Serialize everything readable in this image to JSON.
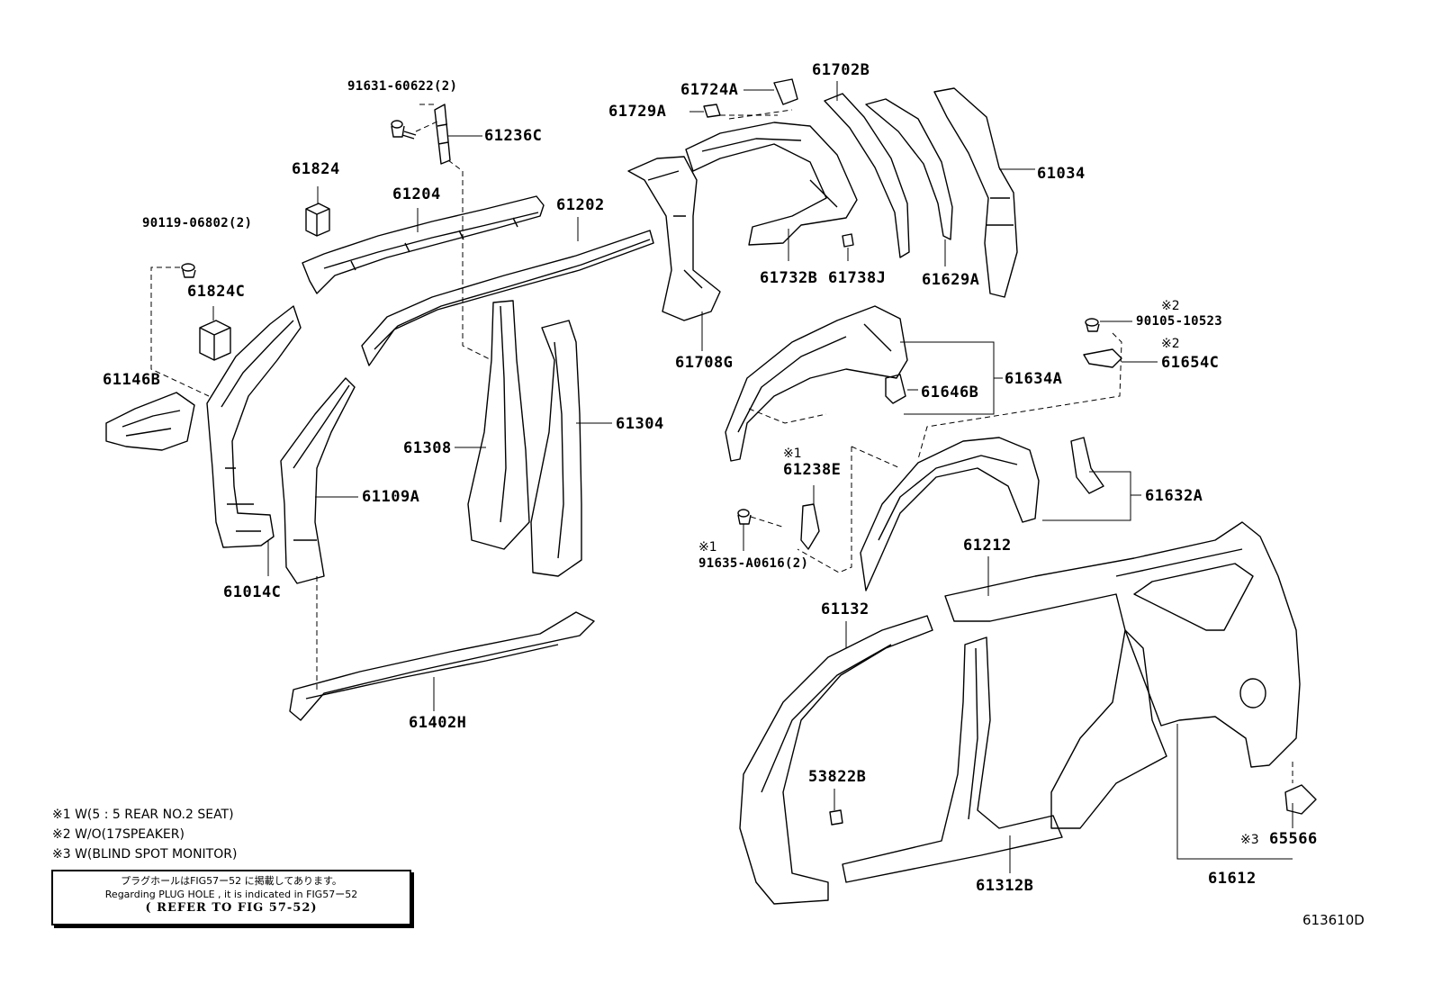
{
  "part_labels": [
    {
      "id": "p91631",
      "text": "91631-60622(2)",
      "sub": ""
    },
    {
      "id": "p61236C",
      "text": "61236C",
      "sub": ""
    },
    {
      "id": "p61824",
      "text": "61824",
      "sub": ""
    },
    {
      "id": "p61204",
      "text": "61204",
      "sub": ""
    },
    {
      "id": "p61202",
      "text": "61202",
      "sub": ""
    },
    {
      "id": "p90119",
      "text": "90119-06802(2)",
      "sub": ""
    },
    {
      "id": "p61824C",
      "text": "61824C",
      "sub": ""
    },
    {
      "id": "p61146B",
      "text": "61146B",
      "sub": ""
    },
    {
      "id": "p61014C",
      "text": "61014C",
      "sub": ""
    },
    {
      "id": "p61109A",
      "text": "61109A",
      "sub": ""
    },
    {
      "id": "p61308",
      "text": "61308",
      "sub": ""
    },
    {
      "id": "p61304",
      "text": "61304",
      "sub": ""
    },
    {
      "id": "p61402H",
      "text": "61402H",
      "sub": ""
    },
    {
      "id": "p61724A",
      "text": "61724A",
      "sub": ""
    },
    {
      "id": "p61729A",
      "text": "61729A",
      "sub": ""
    },
    {
      "id": "p61702B",
      "text": "61702B",
      "sub": ""
    },
    {
      "id": "p61034",
      "text": "61034",
      "sub": ""
    },
    {
      "id": "p61732B",
      "text": "61732B",
      "sub": ""
    },
    {
      "id": "p61738J",
      "text": "61738J",
      "sub": ""
    },
    {
      "id": "p61629A",
      "text": "61629A",
      "sub": ""
    },
    {
      "id": "p61708G",
      "text": "61708G",
      "sub": ""
    },
    {
      "id": "p90105",
      "text": "90105-10523",
      "sub": "※2"
    },
    {
      "id": "p61654C",
      "text": "61654C",
      "sub": "※2"
    },
    {
      "id": "p61646B",
      "text": "61646B",
      "sub": ""
    },
    {
      "id": "p61634A",
      "text": "61634A",
      "sub": ""
    },
    {
      "id": "p61238E",
      "text": "61238E",
      "sub": "※1"
    },
    {
      "id": "p91635",
      "text": "91635-A0616(2)",
      "sub": "※1"
    },
    {
      "id": "p61632A",
      "text": "61632A",
      "sub": ""
    },
    {
      "id": "p61212",
      "text": "61212",
      "sub": ""
    },
    {
      "id": "p61132",
      "text": "61132",
      "sub": ""
    },
    {
      "id": "p53822B",
      "text": "53822B",
      "sub": ""
    },
    {
      "id": "p61312B",
      "text": "61312B",
      "sub": ""
    },
    {
      "id": "p65566",
      "text": "65566",
      "sub": "※3"
    },
    {
      "id": "p61612",
      "text": "61612",
      "sub": ""
    }
  ],
  "notes": [
    "※1 W(5 : 5 REAR NO.2 SEAT)",
    "※2 W/O(17SPEAKER)",
    "※3  W(BLIND SPOT MONITOR)"
  ],
  "note_box": {
    "line_jp": "プラグホールはFIG57ー52 に掲載してあります。",
    "line_en": "Regarding  PLUG HOLE , it is indicated  in  FIG57ー52",
    "line_ref": "( REFER TO FIG 57-52)"
  },
  "diagram_code": "613610D"
}
